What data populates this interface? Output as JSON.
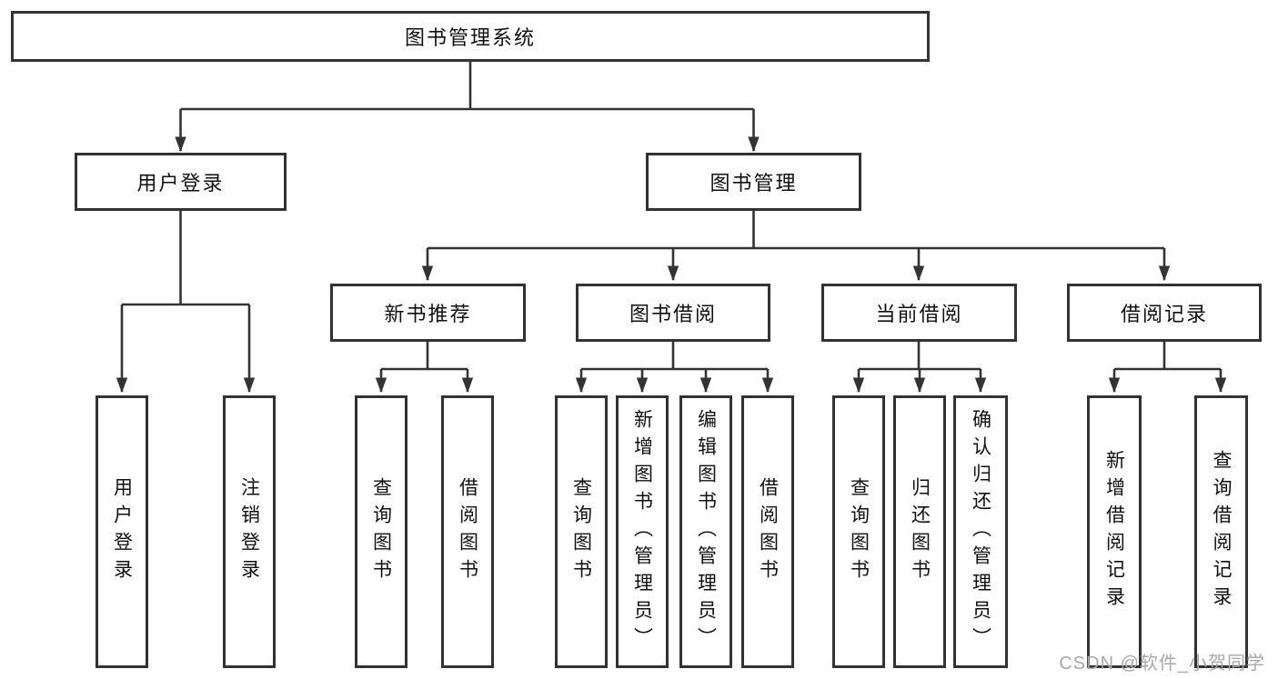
{
  "diagram_type": "hierarchy-tree",
  "colors": {
    "background": "#ffffff",
    "line": "#333333",
    "node_border": "#333333",
    "node_fill": "#ffffff",
    "text": "#111111",
    "watermark": "#a8a8a8"
  },
  "hierarchy": {
    "label": "图书管理系统",
    "children": [
      {
        "label": "用户登录",
        "children": [
          {
            "label": "用户登录"
          },
          {
            "label": "注销登录"
          }
        ]
      },
      {
        "label": "图书管理",
        "children": [
          {
            "label": "新书推荐",
            "children": [
              {
                "label": "查询图书"
              },
              {
                "label": "借阅图书"
              }
            ]
          },
          {
            "label": "图书借阅",
            "children": [
              {
                "label": "查询图书"
              },
              {
                "label": "新增图书（管理员）"
              },
              {
                "label": "编辑图书（管理员）"
              },
              {
                "label": "借阅图书"
              }
            ]
          },
          {
            "label": "当前借阅",
            "children": [
              {
                "label": "查询图书"
              },
              {
                "label": "归还图书"
              },
              {
                "label": "确认归还（管理员）"
              }
            ]
          },
          {
            "label": "借阅记录",
            "children": [
              {
                "label": "新增借阅记录"
              },
              {
                "label": "查询借阅记录"
              }
            ]
          }
        ]
      }
    ]
  },
  "watermark": {
    "text": "CSDN @软件_小贺同学"
  }
}
